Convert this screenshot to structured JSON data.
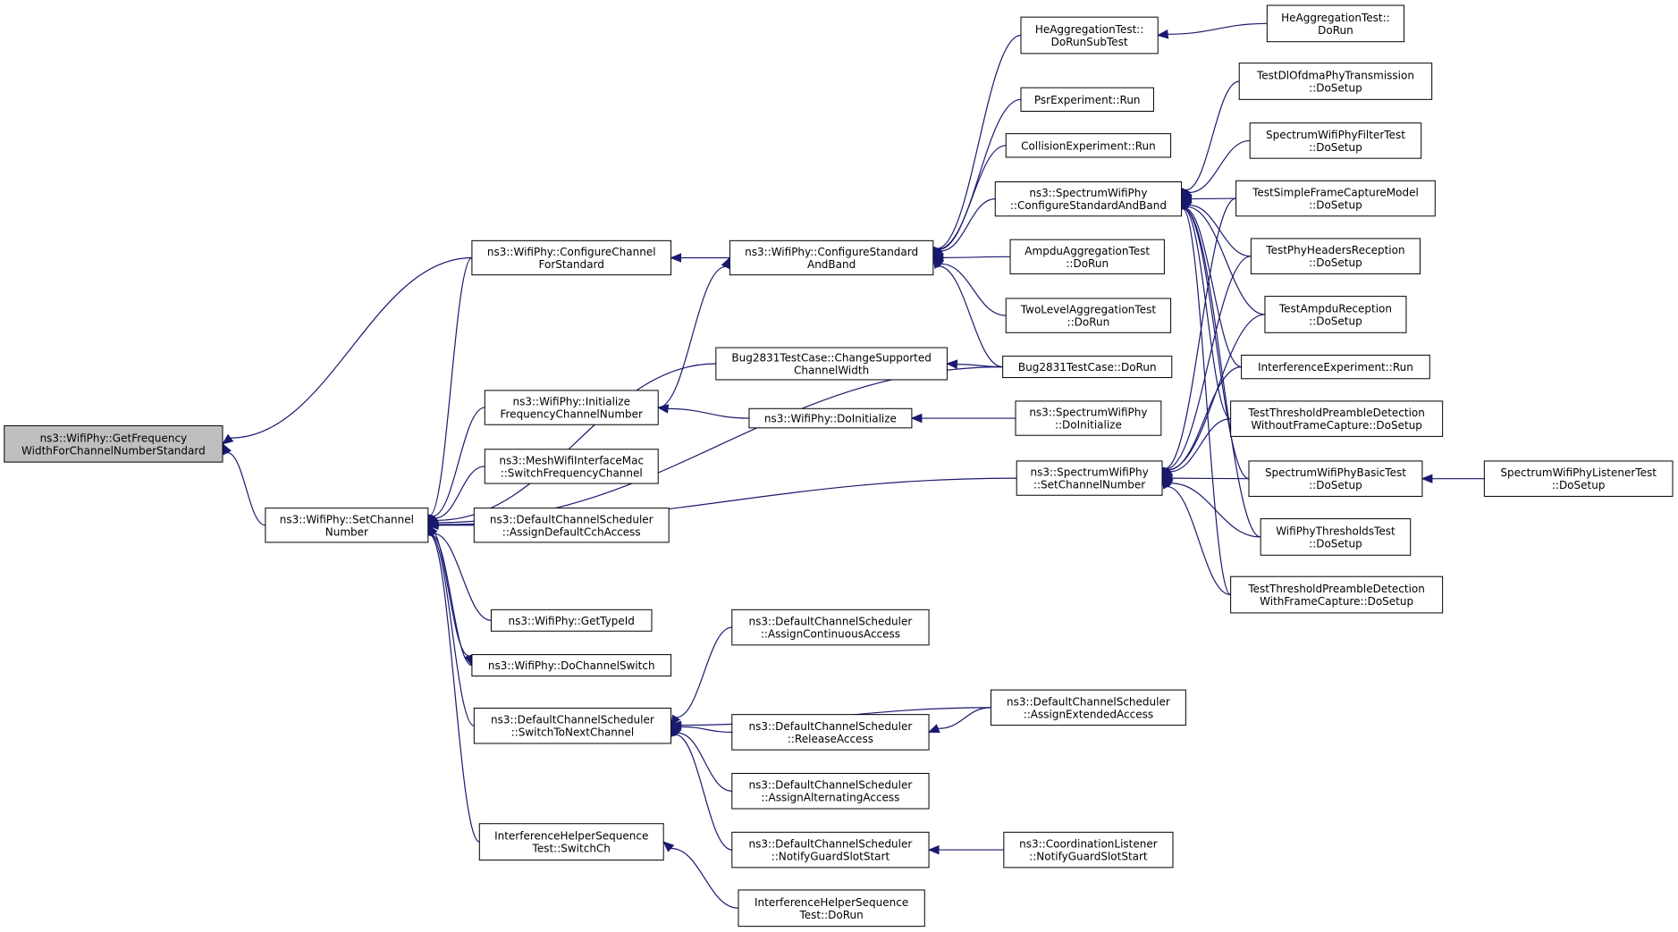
{
  "colors": {
    "edge": "#191970",
    "node_border": "#000000",
    "root_fill": "#bfbfbf",
    "node_fill": "#ffffff"
  },
  "nodes": {
    "getfreq": {
      "lines": [
        "ns3::WifiPhy::GetFrequency",
        "WidthForChannelNumberStandard"
      ]
    },
    "setch": {
      "lines": [
        "ns3::WifiPhy::SetChannel",
        "Number"
      ]
    },
    "cfgchstd": {
      "lines": [
        "ns3::WifiPhy::ConfigureChannel",
        "ForStandard"
      ]
    },
    "cfgstdband": {
      "lines": [
        "ns3::WifiPhy::ConfigureStandard",
        "AndBand"
      ]
    },
    "heagg_sub": {
      "lines": [
        "HeAggregationTest::",
        "DoRunSubTest"
      ]
    },
    "heagg_run": {
      "lines": [
        "HeAggregationTest::",
        "DoRun"
      ]
    },
    "psr": {
      "lines": [
        "PsrExperiment::Run"
      ]
    },
    "collision": {
      "lines": [
        "CollisionExperiment::Run"
      ]
    },
    "spec_cfg": {
      "lines": [
        "ns3::SpectrumWifiPhy",
        "::ConfigureStandardAndBand"
      ]
    },
    "ampdu_agg": {
      "lines": [
        "AmpduAggregationTest",
        "::DoRun"
      ]
    },
    "twolevel": {
      "lines": [
        "TwoLevelAggregationTest",
        "::DoRun"
      ]
    },
    "bug_change": {
      "lines": [
        "Bug2831TestCase::ChangeSupported",
        "ChannelWidth"
      ]
    },
    "bug_run": {
      "lines": [
        "Bug2831TestCase::DoRun"
      ]
    },
    "initfreq": {
      "lines": [
        "ns3::WifiPhy::Initialize",
        "FrequencyChannelNumber"
      ]
    },
    "doinit": {
      "lines": [
        "ns3::WifiPhy::DoInitialize"
      ]
    },
    "spec_doinit": {
      "lines": [
        "ns3::SpectrumWifiPhy",
        "::DoInitialize"
      ]
    },
    "mesh": {
      "lines": [
        "ns3::MeshWifiInterfaceMac",
        "::SwitchFrequencyChannel"
      ]
    },
    "dcs_default": {
      "lines": [
        "ns3::DefaultChannelScheduler",
        "::AssignDefaultCchAccess"
      ]
    },
    "spec_setch": {
      "lines": [
        "ns3::SpectrumWifiPhy",
        "::SetChannelNumber"
      ]
    },
    "gettypeid": {
      "lines": [
        "ns3::WifiPhy::GetTypeId"
      ]
    },
    "dochswitch": {
      "lines": [
        "ns3::WifiPhy::DoChannelSwitch"
      ]
    },
    "dcs_switch": {
      "lines": [
        "ns3::DefaultChannelScheduler",
        "::SwitchToNextChannel"
      ]
    },
    "dcs_cont": {
      "lines": [
        "ns3::DefaultChannelScheduler",
        "::AssignContinuousAccess"
      ]
    },
    "dcs_ext": {
      "lines": [
        "ns3::DefaultChannelScheduler",
        "::AssignExtendedAccess"
      ]
    },
    "dcs_release": {
      "lines": [
        "ns3::DefaultChannelScheduler",
        "::ReleaseAccess"
      ]
    },
    "dcs_alt": {
      "lines": [
        "ns3::DefaultChannelScheduler",
        "::AssignAlternatingAccess"
      ]
    },
    "dcs_notify": {
      "lines": [
        "ns3::DefaultChannelScheduler",
        "::NotifyGuardSlotStart"
      ]
    },
    "coord": {
      "lines": [
        "ns3::CoordinationListener",
        "::NotifyGuardSlotStart"
      ]
    },
    "ihs_switch": {
      "lines": [
        "InterferenceHelperSequence",
        "Test::SwitchCh"
      ]
    },
    "ihs_run": {
      "lines": [
        "InterferenceHelperSequence",
        "Test::DoRun"
      ]
    },
    "tdl": {
      "lines": [
        "TestDlOfdmaPhyTransmission",
        "::DoSetup"
      ]
    },
    "swpfilter": {
      "lines": [
        "SpectrumWifiPhyFilterTest",
        "::DoSetup"
      ]
    },
    "tsfcm": {
      "lines": [
        "TestSimpleFrameCaptureModel",
        "::DoSetup"
      ]
    },
    "tphr": {
      "lines": [
        "TestPhyHeadersReception",
        "::DoSetup"
      ]
    },
    "tampdu": {
      "lines": [
        "TestAmpduReception",
        "::DoSetup"
      ]
    },
    "interf": {
      "lines": [
        "InterferenceExperiment::Run"
      ]
    },
    "ttpd_wo": {
      "lines": [
        "TestThresholdPreambleDetection",
        "WithoutFrameCapture::DoSetup"
      ]
    },
    "swpbasic": {
      "lines": [
        "SpectrumWifiPhyBasicTest",
        "::DoSetup"
      ]
    },
    "swplistener": {
      "lines": [
        "SpectrumWifiPhyListenerTest",
        "::DoSetup"
      ]
    },
    "wpthresh": {
      "lines": [
        "WifiPhyThresholdsTest",
        "::DoSetup"
      ]
    },
    "ttpd_w": {
      "lines": [
        "TestThresholdPreambleDetection",
        "WithFrameCapture::DoSetup"
      ]
    }
  },
  "edges": [
    [
      "getfreq",
      "cfgchstd"
    ],
    [
      "getfreq",
      "setch"
    ],
    [
      "setch",
      "cfgchstd"
    ],
    [
      "setch",
      "bug_run"
    ],
    [
      "setch",
      "bug_change"
    ],
    [
      "setch",
      "initfreq"
    ],
    [
      "setch",
      "mesh"
    ],
    [
      "setch",
      "dcs_default"
    ],
    [
      "setch",
      "spec_setch"
    ],
    [
      "setch",
      "gettypeid"
    ],
    [
      "setch",
      "dochswitch"
    ],
    [
      "setch",
      "dcs_switch"
    ],
    [
      "setch",
      "ihs_switch"
    ],
    [
      "cfgchstd",
      "cfgstdband"
    ],
    [
      "cfgstdband",
      "heagg_sub"
    ],
    [
      "cfgstdband",
      "psr"
    ],
    [
      "cfgstdband",
      "collision"
    ],
    [
      "cfgstdband",
      "spec_cfg"
    ],
    [
      "cfgstdband",
      "ampdu_agg"
    ],
    [
      "cfgstdband",
      "twolevel"
    ],
    [
      "cfgstdband",
      "bug_run"
    ],
    [
      "cfgstdband",
      "initfreq"
    ],
    [
      "heagg_sub",
      "heagg_run"
    ],
    [
      "spec_cfg",
      "tdl"
    ],
    [
      "spec_cfg",
      "swpfilter"
    ],
    [
      "spec_cfg",
      "tsfcm"
    ],
    [
      "spec_cfg",
      "tphr"
    ],
    [
      "spec_cfg",
      "tampdu"
    ],
    [
      "spec_cfg",
      "interf"
    ],
    [
      "spec_cfg",
      "ttpd_wo"
    ],
    [
      "spec_cfg",
      "swpbasic"
    ],
    [
      "spec_cfg",
      "wpthresh"
    ],
    [
      "spec_cfg",
      "ttpd_w"
    ],
    [
      "bug_change",
      "bug_run"
    ],
    [
      "initfreq",
      "doinit"
    ],
    [
      "doinit",
      "spec_doinit"
    ],
    [
      "dochswitch",
      "setch"
    ],
    [
      "spec_setch",
      "tsfcm"
    ],
    [
      "spec_setch",
      "tphr"
    ],
    [
      "spec_setch",
      "tampdu"
    ],
    [
      "spec_setch",
      "interf"
    ],
    [
      "spec_setch",
      "ttpd_wo"
    ],
    [
      "spec_setch",
      "swpbasic"
    ],
    [
      "spec_setch",
      "wpthresh"
    ],
    [
      "spec_setch",
      "ttpd_w"
    ],
    [
      "swpbasic",
      "swplistener"
    ],
    [
      "dcs_switch",
      "dcs_cont"
    ],
    [
      "dcs_switch",
      "dcs_ext"
    ],
    [
      "dcs_switch",
      "dcs_release"
    ],
    [
      "dcs_switch",
      "dcs_alt"
    ],
    [
      "dcs_switch",
      "dcs_notify"
    ],
    [
      "dcs_release",
      "dcs_ext"
    ],
    [
      "dcs_notify",
      "coord"
    ],
    [
      "ihs_switch",
      "ihs_run"
    ]
  ]
}
